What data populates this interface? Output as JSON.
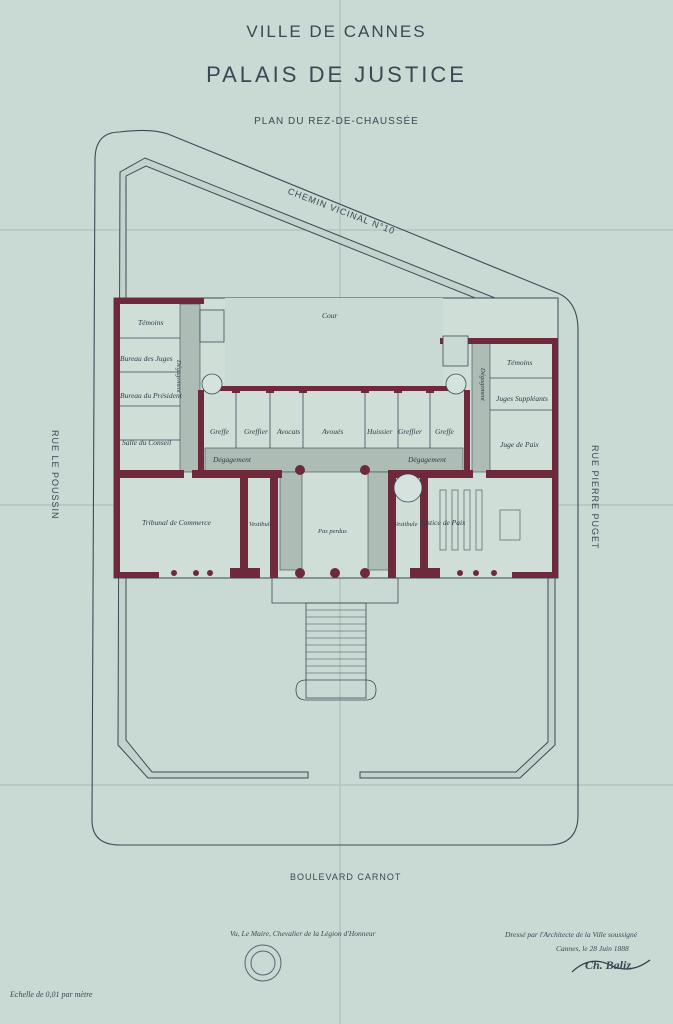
{
  "titles": {
    "line1": "VILLE DE CANNES",
    "line2": "PALAIS DE JUSTICE",
    "line3": "PLAN DU REZ-DE-CHAUSSÉE"
  },
  "streets": {
    "north": "CHEMIN VICINAL N°10",
    "west": "RUE LE POUSSIN",
    "east": "RUE PIERRE PUGET",
    "south": "BOULEVARD CARNOT"
  },
  "rooms": {
    "cour": "Cour",
    "temoins_left": "Témoins",
    "bureau_juges": "Bureau des Juges",
    "bureau_president": "Bureau du Président",
    "salle_conseil": "Salle du Conseil",
    "degagement_left": "Dégagement",
    "greffe_1": "Greffe",
    "greffier_1": "Greffier",
    "avocats": "Avocats",
    "avoues": "Avoués",
    "huissier": "Huissier",
    "greffier_2": "Greffier",
    "greffe_2": "Greffe",
    "degagement_center_left": "Dégagement",
    "degagement_center_right": "Dégagement",
    "degagement_right": "Dégagement",
    "temoins_right": "Témoins",
    "juge_suppleants": "Juges Suppléants",
    "juge_paix": "Juge de Paix",
    "tribunal_commerce": "Tribunal de Commerce",
    "vestibule_left": "Vestibule",
    "vestibule_right": "Vestibule",
    "pas_perdus": "Pas perdus",
    "justice_paix": "Justice de Paix"
  },
  "footer": {
    "scale": "Echelle de 0,01 par mètre",
    "mayor": "Vu, Le Maire, Chevalier de la Légion d'Honneur",
    "architect_line1": "Dressé par l'Architecte de la Ville soussigné",
    "architect_line2": "Cannes, le 28 Juin 1888",
    "signature": "Ch. Baliz"
  },
  "colors": {
    "paper": "#c9d9d3",
    "ink": "#3b4854",
    "wall": "#6e2a3a",
    "corridor": "#aebcb6"
  }
}
